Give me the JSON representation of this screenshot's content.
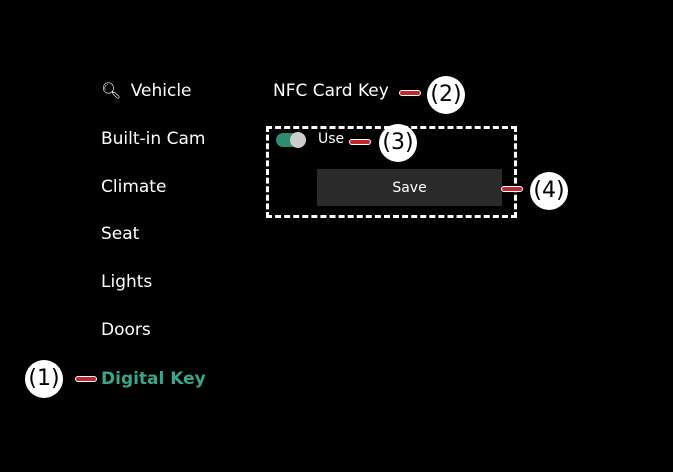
{
  "sidebar": {
    "items": [
      {
        "label": "Vehicle",
        "icon": "search-icon"
      },
      {
        "label": "Built-in Cam"
      },
      {
        "label": "Climate"
      },
      {
        "label": "Seat"
      },
      {
        "label": "Lights"
      },
      {
        "label": "Doors"
      },
      {
        "label": "Digital Key",
        "active": true
      }
    ]
  },
  "main": {
    "title": "NFC Card Key",
    "toggle_label": "Use",
    "toggle_on": true,
    "save_label": "Save"
  },
  "callouts": [
    "(1)",
    "(2)",
    "(3)",
    "(4)"
  ],
  "colors": {
    "accent": "#3aa58a",
    "marker": "#c0282a"
  }
}
